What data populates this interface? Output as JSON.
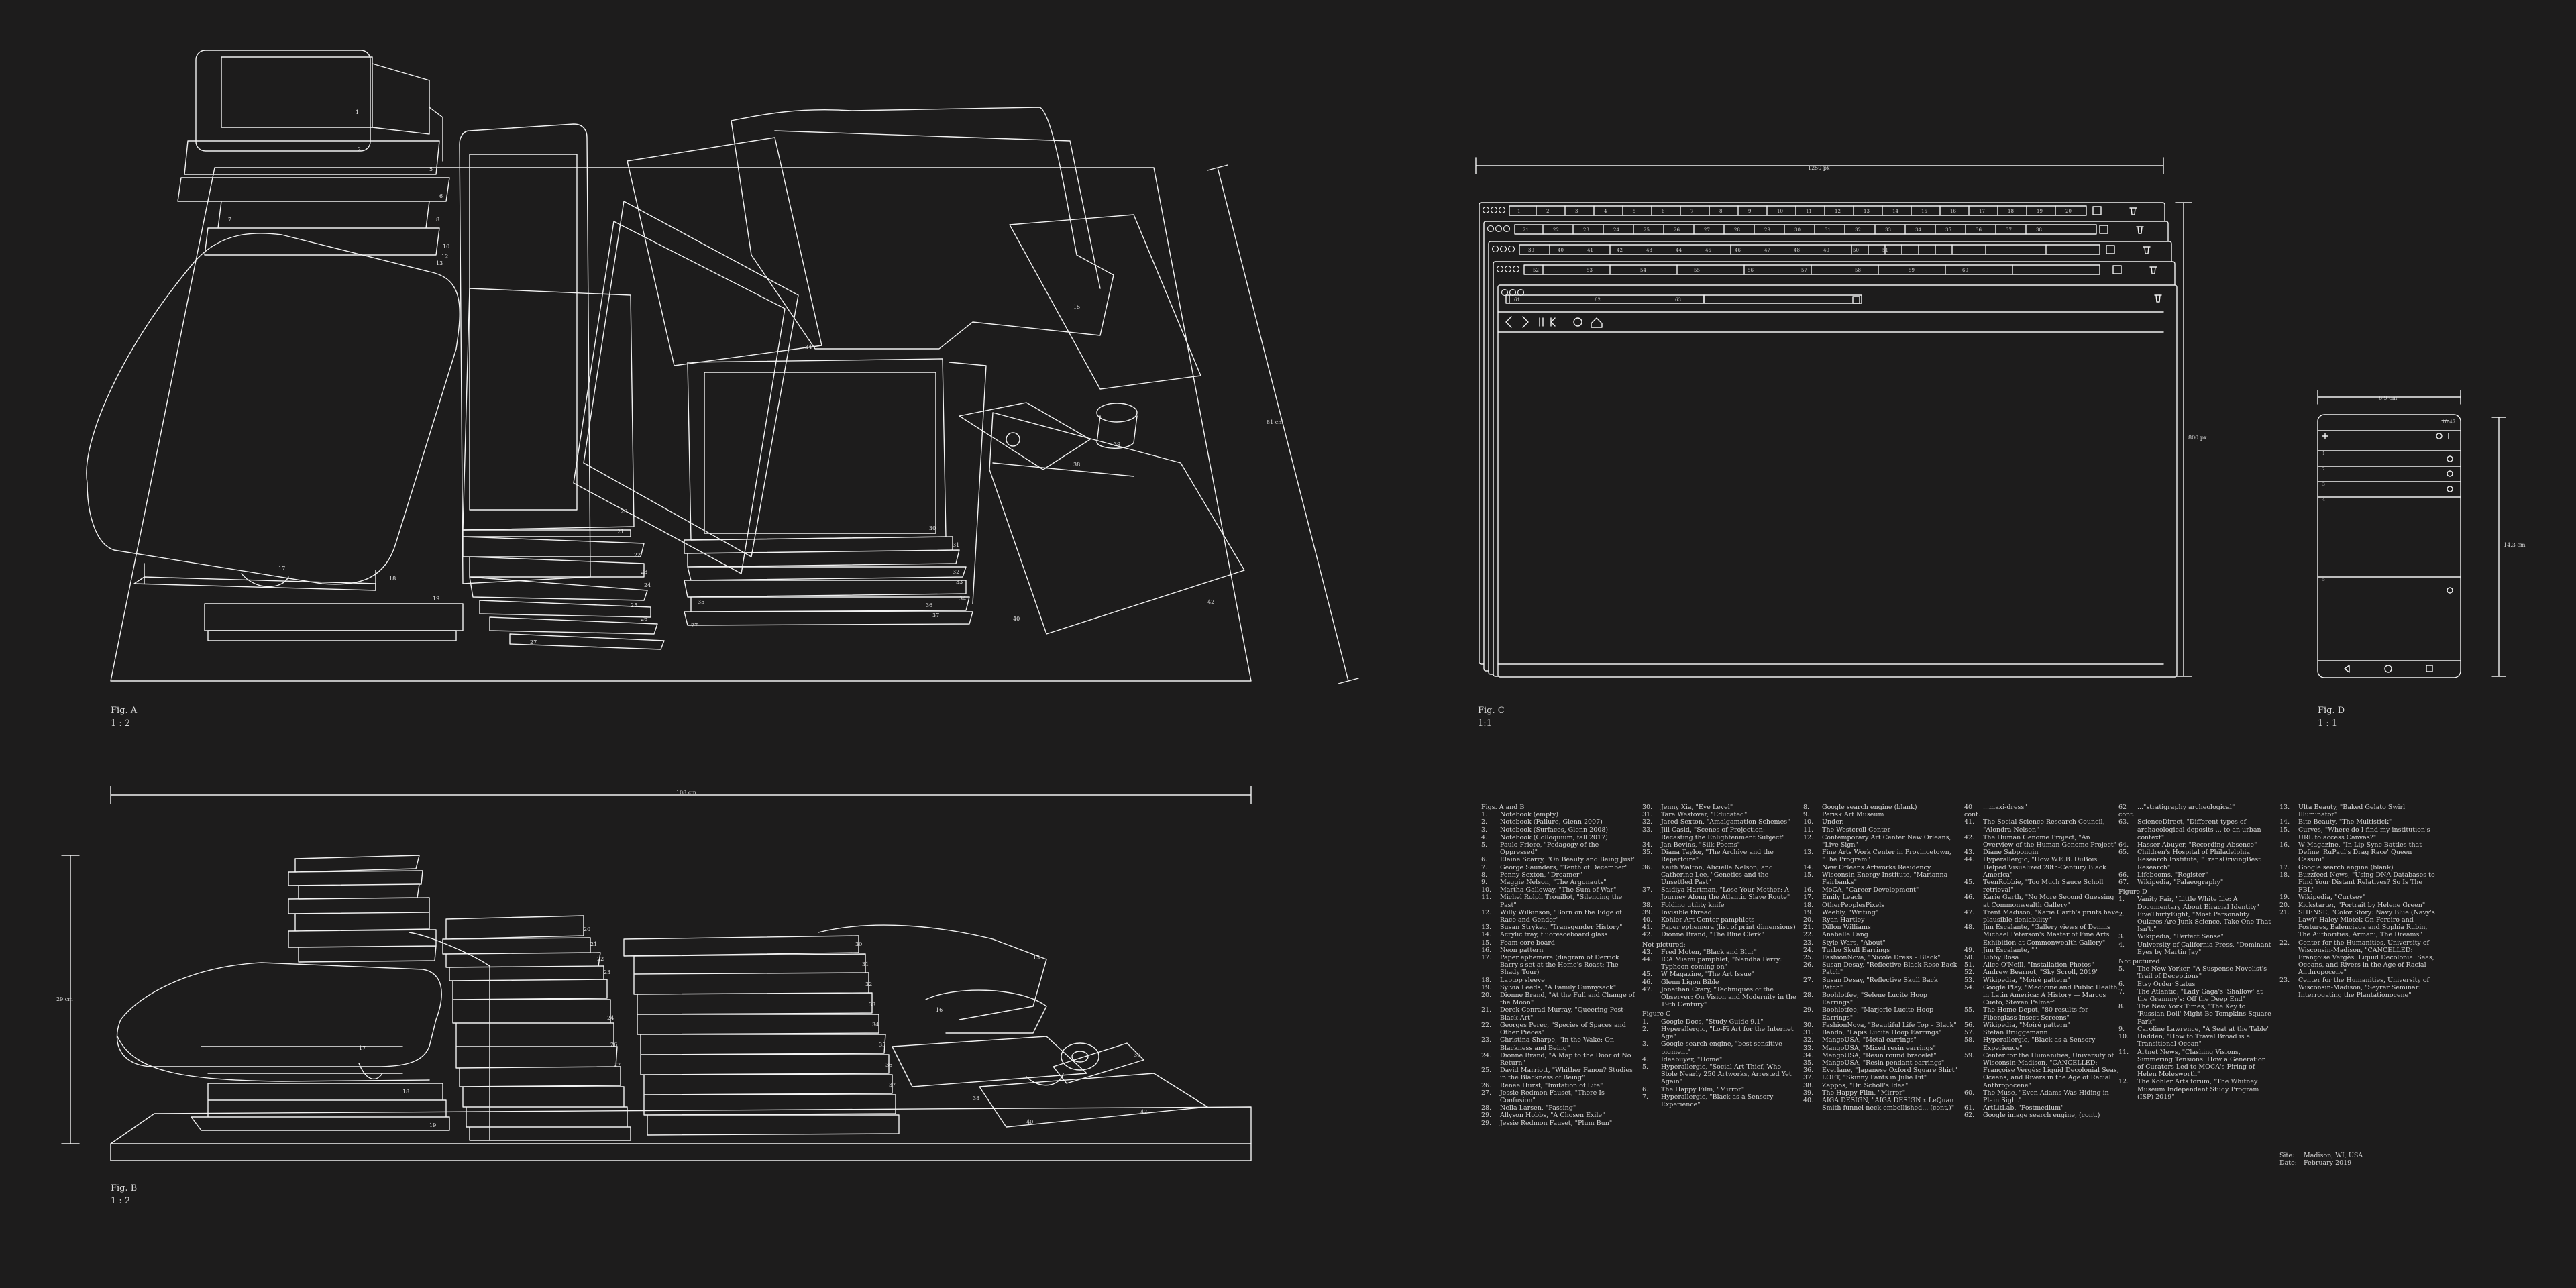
{
  "figures": {
    "a": {
      "title": "Fig. A",
      "scale": "1 : 2",
      "dimension": "81 cm"
    },
    "b": {
      "title": "Fig. B",
      "scale": "1 : 2",
      "width_dimension": "108 cm",
      "height_dimension": "29 cm"
    },
    "c": {
      "title": "Fig. C",
      "scale": "1:1",
      "width_dimension": "1250 px",
      "height_dimension": "800 px",
      "tab_rows": [
        [
          "1",
          "2",
          "3",
          "4",
          "5",
          "6",
          "7",
          "8",
          "9",
          "10",
          "11",
          "12",
          "13",
          "14",
          "15",
          "16",
          "17",
          "18",
          "19",
          "20"
        ],
        [
          "21",
          "22",
          "23",
          "24",
          "25",
          "26",
          "27",
          "28",
          "29",
          "30",
          "31",
          "32",
          "33",
          "34",
          "35",
          "36",
          "37",
          "38"
        ],
        [
          "39",
          "40",
          "41",
          "42",
          "43",
          "44",
          "45",
          "46",
          "47",
          "48",
          "49",
          "50",
          "51"
        ],
        [
          "52",
          "53",
          "54",
          "55",
          "56",
          "57",
          "58",
          "59",
          "60"
        ],
        [
          "61",
          "62",
          "63"
        ]
      ]
    },
    "d": {
      "title": "Fig. D",
      "scale": "1 : 1",
      "width_dimension": "6.9 cm",
      "height_dimension": "14.3 cm",
      "time": "10:47"
    }
  },
  "colors": {
    "background": "#1d1c1c",
    "line": "#f2f2f2"
  },
  "legend": {
    "heading": "Figs. A and B",
    "columns": [
      [
        {
          "n": "1.",
          "t": "Notebook (empty)"
        },
        {
          "n": "2.",
          "t": "Notebook (Failure, Glenn 2007)"
        },
        {
          "n": "3.",
          "t": "Notebook (Surfaces, Glenn 2008)"
        },
        {
          "n": "4.",
          "t": "Notebook (Colloquium, fall 2017)"
        },
        {
          "n": "5.",
          "t": "Paulo Friere, \"Pedagogy of the Oppressed\""
        },
        {
          "n": "6.",
          "t": "Elaine Scarry, \"On Beauty and Being Just\""
        },
        {
          "n": "7.",
          "t": "George Saunders, \"Tenth of December\""
        },
        {
          "n": "8.",
          "t": "Penny Sexton, \"Dreamer\""
        },
        {
          "n": "9.",
          "t": "Maggie Nelson, \"The Argonauts\""
        },
        {
          "n": "10.",
          "t": "Martha Galloway, \"The Sum of War\""
        },
        {
          "n": "11.",
          "t": "Michel Rolph Trouillot, \"Silencing the Past\""
        },
        {
          "n": "12.",
          "t": "Willy Wilkinson, \"Born on the Edge of Race and Gender\""
        },
        {
          "n": "13.",
          "t": "Susan Stryker, \"Transgender History\""
        },
        {
          "n": "14.",
          "t": "Acrylic tray, fluoresceboard glass"
        },
        {
          "n": "15.",
          "t": "Foam-core board"
        },
        {
          "n": "16.",
          "t": "Neon pattern"
        },
        {
          "n": "17.",
          "t": "Paper ephemera (diagram of Derrick Barry's set at the Home's Roast: The Shady Tour)"
        },
        {
          "n": "18.",
          "t": "Laptop sleeve"
        },
        {
          "n": "19.",
          "t": "Sylvia Leeds, \"A Family Gunnysack\""
        },
        {
          "n": "20.",
          "t": "Dionne Brand, \"At the Full and Change of the Moon\""
        },
        {
          "n": "21.",
          "t": "Derek Conrad Murray, \"Queering Post-Black Art\""
        },
        {
          "n": "22.",
          "t": "Georges Perec, \"Species of Spaces and Other Pieces\""
        },
        {
          "n": "23.",
          "t": "Christina Sharpe, \"In the Wake: On Blackness and Being\""
        },
        {
          "n": "24.",
          "t": "Dionne Brand, \"A Map to the Door of No Return\""
        },
        {
          "n": "25.",
          "t": "David Marriott, \"Whither Fanon? Studies in the Blackness of Being\""
        },
        {
          "n": "26.",
          "t": "Renée Hurst, \"Imitation of Life\""
        },
        {
          "n": "27.",
          "t": "Jessie Redmon Fauset, \"There Is Confusion\""
        },
        {
          "n": "28.",
          "t": "Nella Larsen, \"Passing\""
        },
        {
          "n": "29.",
          "t": "Allyson Hobbs, \"A Chosen Exile\""
        },
        {
          "n": "29.",
          "t": "Jessie Redmon Fauset, \"Plum Bun\""
        }
      ],
      [
        {
          "n": "30.",
          "t": "Jenny Xia, \"Eye Level\""
        },
        {
          "n": "31.",
          "t": "Tara Westover, \"Educated\""
        },
        {
          "n": "32.",
          "t": "Jared Sexton, \"Amalgamation Schemes\""
        },
        {
          "n": "33.",
          "t": "Jill Casid, \"Scenes of Projection: Recasting the Enlightenment Subject\""
        },
        {
          "n": "34.",
          "t": "Jan Bevins, \"Silk Poems\""
        },
        {
          "n": "35.",
          "t": "Diana Taylor, \"The Archive and the Repertoire\""
        },
        {
          "n": "36.",
          "t": "Keith Walton, Aliciella Nelson, and Catherine Lee, \"Genetics and the Unsettled Past\""
        },
        {
          "n": "37.",
          "t": "Saidiya Hartman, \"Lose Your Mother: A Journey Along the Atlantic Slave Route\""
        },
        {
          "n": "38.",
          "t": "Folding utility knife"
        },
        {
          "n": "39.",
          "t": "Invisible thread"
        },
        {
          "n": "40.",
          "t": "Kohler Art Center pamphlets"
        },
        {
          "n": "41.",
          "t": "Paper ephemera (list of print dimensions)"
        },
        {
          "n": "42.",
          "t": "Dionne Brand, \"The Blue Clerk\""
        },
        {
          "hdr": "Not pictured:"
        },
        {
          "n": "43.",
          "t": "Fred Moten, \"Black and Blur\""
        },
        {
          "n": "44.",
          "t": "ICA Miami pamphlet, \"Nandha Perry: Typhoon coming on\""
        },
        {
          "n": "45.",
          "t": "W Magazine, \"The Art Issue\""
        },
        {
          "n": "46.",
          "t": "Glenn Ligon Bible"
        },
        {
          "n": "47.",
          "t": "Jonathan Crary, \"Techniques of the Observer: On Vision and Modernity in the 19th Century\""
        },
        {
          "hdr": "Figure C"
        },
        {
          "n": "1.",
          "t": "Google Docs, \"Study Guide 9.1\""
        },
        {
          "n": "2.",
          "t": "Hyperallergic, \"Lo-Fi Art for the Internet Age\""
        },
        {
          "n": "3.",
          "t": "Google search engine, \"best sensitive pigment\""
        },
        {
          "n": "4.",
          "t": "Ideabuyer, \"Home\""
        },
        {
          "n": "5.",
          "t": "Hyperallergic, \"Social Art Thief, Who Stole Nearly 250 Artworks, Arrested Yet Again\""
        },
        {
          "n": "6.",
          "t": "The Happy Film, \"Mirror\""
        },
        {
          "n": "7.",
          "t": "Hyperallergic, \"Black as a Sensory Experience\""
        }
      ],
      [
        {
          "n": "8.",
          "t": "Google search engine (blank)"
        },
        {
          "n": "9.",
          "t": "Perisk Art Museum"
        },
        {
          "n": "10.",
          "t": "Under."
        },
        {
          "n": "11.",
          "t": "The Westcroll Center"
        },
        {
          "n": "12.",
          "t": "Contemporary Art Center New Orleans, \"Live Sign\""
        },
        {
          "n": "13.",
          "t": "Fine Arts Work Center in Provincetown, \"The Program\""
        },
        {
          "n": "14.",
          "t": "New Orleans Artworks Residency"
        },
        {
          "n": "15.",
          "t": "Wisconsin Energy Institute, \"Marianna Fairbanks\""
        },
        {
          "n": "16.",
          "t": "MoCA, \"Career Development\""
        },
        {
          "n": "17.",
          "t": "Emily Leach"
        },
        {
          "n": "18.",
          "t": "OtherPeoplesPixels"
        },
        {
          "n": "19.",
          "t": "Weebly, \"Writing\""
        },
        {
          "n": "20.",
          "t": "Ryan Hartley"
        },
        {
          "n": "21.",
          "t": "Dillon Williams"
        },
        {
          "n": "22.",
          "t": "Anabelle Pang"
        },
        {
          "n": "23.",
          "t": "Style Wars, \"About\""
        },
        {
          "n": "24.",
          "t": "Turbo Skull Earrings"
        },
        {
          "n": "25.",
          "t": "FashionNova, \"Nicole Dress – Black\""
        },
        {
          "n": "26.",
          "t": "Susan Desay, \"Reflective Black Rose Back Patch\""
        },
        {
          "n": "27.",
          "t": "Susan Desay, \"Reflective Skull Back Patch\""
        },
        {
          "n": "28.",
          "t": "Boohlotfee, \"Selene Lucite Hoop Earrings\""
        },
        {
          "n": "29.",
          "t": "Boohlotfee, \"Marjorie Lucite Hoop Earrings\""
        },
        {
          "n": "30.",
          "t": "FashionNova, \"Beautiful Life Top – Black\""
        },
        {
          "n": "31.",
          "t": "Bando, \"Lapis Lucite Hoop Earrings\""
        },
        {
          "n": "32.",
          "t": "MangoUSA, \"Metal earrings\""
        },
        {
          "n": "33.",
          "t": "MangoUSA, \"Mixed resin earrings\""
        },
        {
          "n": "34.",
          "t": "MangoUSA, \"Resin round bracelet\""
        },
        {
          "n": "35.",
          "t": "MangoUSA, \"Resin pendant earrings\""
        },
        {
          "n": "36.",
          "t": "Everlane, \"Japanese Oxford Square Shirt\""
        },
        {
          "n": "37.",
          "t": "LOFT, \"Skinny Pants in Julie Fit\""
        },
        {
          "n": "38.",
          "t": "Zappos, \"Dr. Scholl's Idea\""
        },
        {
          "n": "39.",
          "t": "The Happy Film, \"Mirror\""
        },
        {
          "n": "40.",
          "t": "AIGA DESIGN, \"AIGA DESIGN x LeQuan Smith funnel-neck embellished... (cont.)\""
        }
      ],
      [
        {
          "n": "40 cont.",
          "t": "...maxi-dress\""
        },
        {
          "n": "41.",
          "t": "The Social Science Research Council, \"Alondra Nelson\""
        },
        {
          "n": "42.",
          "t": "The Human Genome Project, \"An Overview of the Human Genome Project\""
        },
        {
          "n": "43.",
          "t": "Diane Sabpongin"
        },
        {
          "n": "44.",
          "t": "Hyperallergic, \"How W.E.B. DuBois Helped Visualized 20th-Century Black America\""
        },
        {
          "n": "45.",
          "t": "TeenRobbie, \"Too Much Sauce Scholl retrieval\""
        },
        {
          "n": "46.",
          "t": "Karie Garth, \"No More Second Guessing at Commonwealth Gallery\""
        },
        {
          "n": "47.",
          "t": "Trent Madison, \"Karie Garth's prints have plausible deniability\""
        },
        {
          "n": "48.",
          "t": "Jim Escalante, \"Gallery views of Dennis Michael Peterson's Master of Fine Arts Exhibition at Commonwealth Gallery\""
        },
        {
          "n": "49.",
          "t": "Jim Escalante, \"\""
        },
        {
          "n": "50.",
          "t": "Libby Rosa"
        },
        {
          "n": "51.",
          "t": "Alice O'Neill, \"Installation Photos\""
        },
        {
          "n": "52.",
          "t": "Andrew Bearnot, \"Sky Scroll, 2019\""
        },
        {
          "n": "53.",
          "t": "Wikipedia, \"Moiré pattern\""
        },
        {
          "n": "54.",
          "t": "Google Play, \"Medicine and Public Health in Latin America: A History — Marcos Cueto, Steven Palmer\""
        },
        {
          "n": "55.",
          "t": "The Home Depot, \"80 results for Fiberglass Insect Screens\""
        },
        {
          "n": "56.",
          "t": "Wikipedia, \"Moiré pattern\""
        },
        {
          "n": "57.",
          "t": "Stefan Brüggemann"
        },
        {
          "n": "58.",
          "t": "Hyperallergic, \"Black as a Sensory Experience\""
        },
        {
          "n": "59.",
          "t": "Center for the Humanities, University of Wisconsin-Madison, \"CANCELLED: Françoise Vergès: Liquid Decolonial Seas, Oceans, and Rivers in the Age of Racial Anthropocene\""
        },
        {
          "n": "60.",
          "t": "The Muse, \"Even Adams Was Hiding in Plain Sight\""
        },
        {
          "n": "61.",
          "t": "ArtLitLab, \"Postmedium\""
        },
        {
          "n": "62.",
          "t": "Google image search engine, (cont.)"
        }
      ],
      [
        {
          "n": "62 cont.",
          "t": "...\"stratigraphy archeological\""
        },
        {
          "n": "63.",
          "t": "ScienceDirect, \"Different types of archaeological deposits ... to an urban context\""
        },
        {
          "n": "64.",
          "t": "Hasser Abuyer, \"Recording Absence\""
        },
        {
          "n": "65.",
          "t": "Children's Hospital of Philadelphia Research Institute, \"TransDrivingBest Research\""
        },
        {
          "n": "66.",
          "t": "Lifebooms, \"Register\""
        },
        {
          "n": "67.",
          "t": "Wikipedia, \"Palaeography\""
        },
        {
          "hdr": "Figure D"
        },
        {
          "n": "1.",
          "t": "Vanity Fair, \"Little White Lie: A Documentary About Biracial Identity\""
        },
        {
          "n": "2.",
          "t": "FiveThirtyEight, \"Most Personality Quizzes Are Junk Science. Take One That Isn't.\""
        },
        {
          "n": "3.",
          "t": "Wikipedia, \"Perfect Sense\""
        },
        {
          "n": "4.",
          "t": "University of California Press, \"Dominant Eyes by Martin Jay\""
        },
        {
          "hdr": "Not pictured:"
        },
        {
          "n": "5.",
          "t": "The New Yorker, \"A Suspense Novelist's Trail of Deceptions\""
        },
        {
          "n": "6.",
          "t": "Etsy Order Status"
        },
        {
          "n": "7.",
          "t": "The Atlantic, \"Lady Gaga's 'Shallow' at the Grammy's: Off the Deep End\""
        },
        {
          "n": "8.",
          "t": "The New York Times, \"The Key to 'Russian Doll' Might Be Tompkins Square Park\""
        },
        {
          "n": "9.",
          "t": "Caroline Lawrence, \"A Seat at the Table\""
        },
        {
          "n": "10.",
          "t": "Hadden, \"How to Travel Broad is a Transitional Ocean\""
        },
        {
          "n": "11.",
          "t": "Artnet News, \"Clashing Visions, Simmering Tensions: How a Generation of Curators Led to MOCA's Firing of Helen Molesworth\""
        },
        {
          "n": "12.",
          "t": "The Kohler Arts forum, \"The Whitney Museum Independent Study Program (ISP) 2019\""
        }
      ],
      [
        {
          "n": "13.",
          "t": "Ulta Beauty, \"Baked Gelato Swirl Illuminator\""
        },
        {
          "n": "14.",
          "t": "Bite Beauty, \"The Multistick\""
        },
        {
          "n": "15.",
          "t": "Curves, \"Where do I find my institution's URL to access Canvas?\""
        },
        {
          "n": "16.",
          "t": "W Magazine, \"In Lip Sync Battles that Define 'RuPaul's Drag Race' Queen Cassini\""
        },
        {
          "n": "17.",
          "t": "Google search engine (blank)"
        },
        {
          "n": "18.",
          "t": "Buzzfeed News, \"Using DNA Databases to Find Your Distant Relatives? So Is The FBI.\""
        },
        {
          "n": "19.",
          "t": "Wikipedia, \"Curtsey\""
        },
        {
          "n": "20.",
          "t": "Kickstarter, \"Portrait by Helene Green\""
        },
        {
          "n": "21.",
          "t": "SHENSE, \"Color Story: Navy Blue (Navy's Law)\" Haley Mlotek On Fereiro and Postures, Balenciaga and Sophia Rubin, The Authorities, Armani, The Dreams\""
        },
        {
          "n": "22.",
          "t": "Center for the Humanities, University of Wisconsin-Madison, \"CANCELLED: Françoise Vergès: Liquid Decolonial Seas, Oceans, and Rivers in the Age of Racial Anthropocene\""
        },
        {
          "n": "23.",
          "t": "Center for the Humanities, University of Wisconsin-Madison, \"Seyrer Seminar: Interrogating the Plantationocene\""
        }
      ]
    ],
    "footer": [
      {
        "k": "Site:",
        "v": "Madison, WI, USA"
      },
      {
        "k": "Date:",
        "v": "February 2019"
      }
    ]
  }
}
